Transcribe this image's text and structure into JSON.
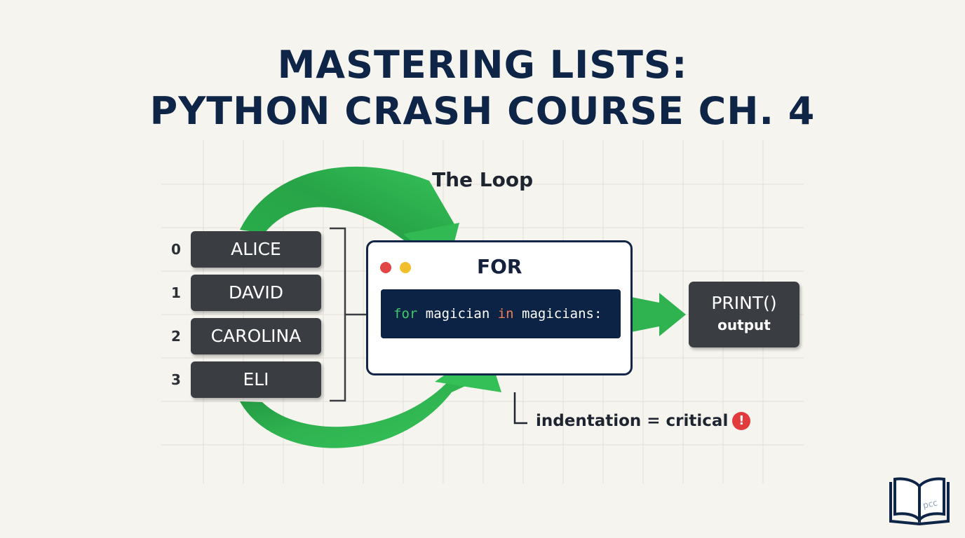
{
  "title": {
    "line1": "MASTERING LISTS:",
    "line2": "PYTHON CRASH COURSE CH. 4"
  },
  "loop_label": "The Loop",
  "list": {
    "items": [
      {
        "index": "0",
        "value": "ALICE"
      },
      {
        "index": "1",
        "value": "DAVID"
      },
      {
        "index": "2",
        "value": "CAROLINA"
      },
      {
        "index": "3",
        "value": "ELI"
      }
    ]
  },
  "for_block": {
    "title": "FOR",
    "code": {
      "kw_for": "for",
      "var": " magician ",
      "kw_in": "in",
      "iterable": " magicians:"
    }
  },
  "output": {
    "title": "PRINT()",
    "subtitle": "output"
  },
  "note": {
    "text": "indentation = critical",
    "icon": "exclamation-icon"
  },
  "logo": {
    "icon": "open-book-icon",
    "text": "pcc"
  },
  "colors": {
    "title": "#0f2548",
    "arrow_green": "#2fb350",
    "list_item_bg": "#3a3d42",
    "code_bg": "#0c2346",
    "keyword": "#3fca6c",
    "keyword_in": "#f07f5a",
    "alert": "#e23b3b",
    "background": "#f6f4ee"
  }
}
